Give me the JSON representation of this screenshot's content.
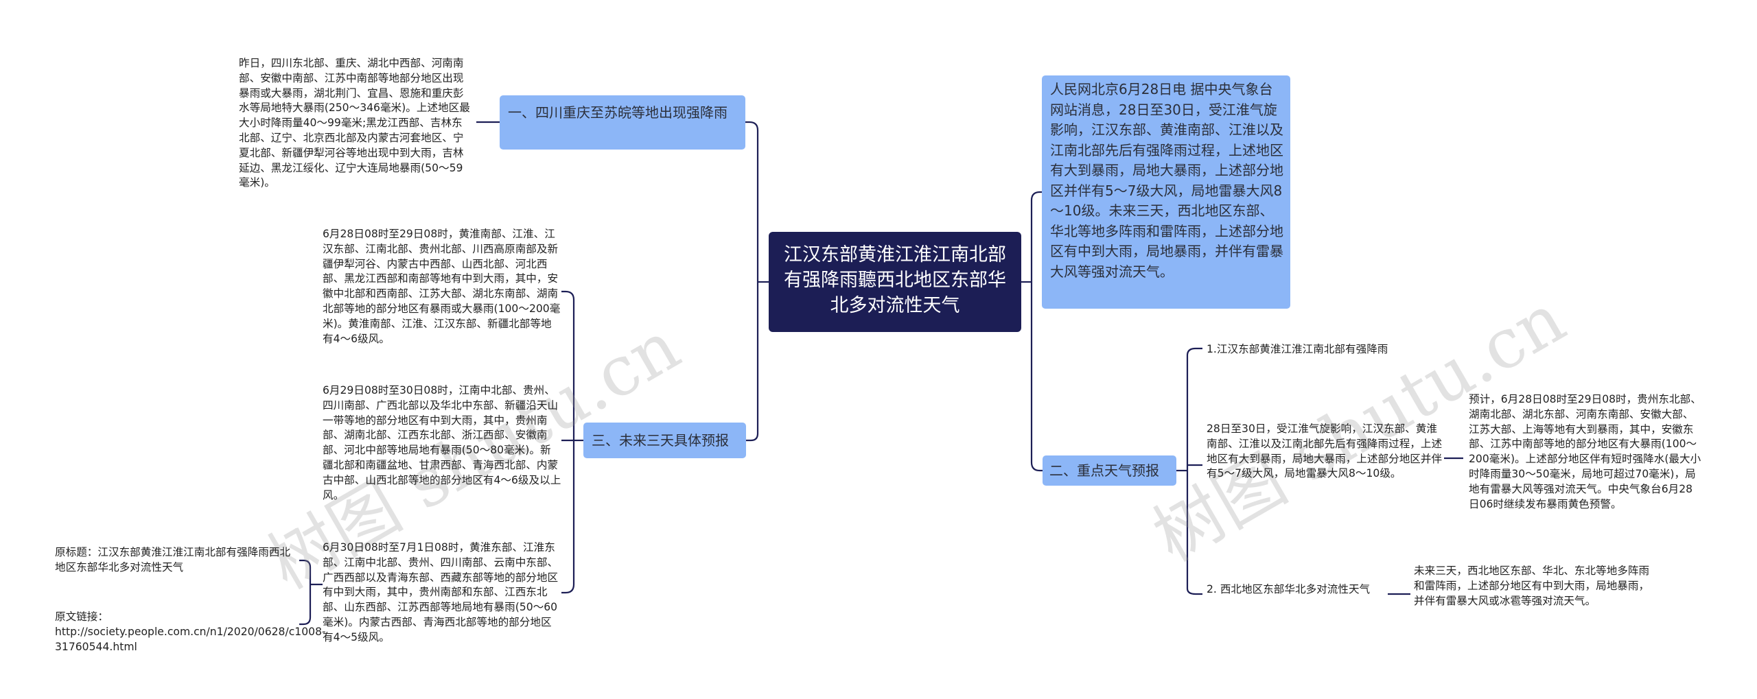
{
  "watermark": "树图 shutu.cn",
  "root": {
    "text": "江汉东部黄淮江淮江南北部有强降雨聽西北地区东部华北多对流性天气"
  },
  "left": {
    "branch1": {
      "label": "一、四川重庆至苏皖等地出现强降雨",
      "detail": "昨日，四川东北部、重庆、湖北中西部、河南南部、安徽中南部、江苏中南部等地部分地区出现暴雨或大暴雨，湖北荆门、宜昌、恩施和重庆彭水等局地特大暴雨(250～346毫米)。上述地区最大小时降雨量40～99毫米;黑龙江西部、吉林东北部、辽宁、北京西北部及内蒙古河套地区、宁夏北部、新疆伊犁河谷等地出现中到大雨，吉林延边、黑龙江绥化、辽宁大连局地暴雨(50～59毫米)。"
    },
    "branch3": {
      "label": "三、未来三天具体预报",
      "items": [
        "6月28日08时至29日08时，黄淮南部、江淮、江汉东部、江南北部、贵州北部、川西高原南部及新疆伊犁河谷、内蒙古中西部、山西北部、河北西部、黑龙江西部和南部等地有中到大雨，其中，安徽中北部和西南部、江苏大部、湖北东南部、湖南北部等地的部分地区有暴雨或大暴雨(100～200毫米)。黄淮南部、江淮、江汉东部、新疆北部等地有4～6级风。",
        "6月29日08时至30日08时，江南中北部、贵州、四川南部、广西北部以及华北中东部、新疆沿天山一带等地的部分地区有中到大雨，其中，贵州南部、湖南北部、江西东北部、浙江西部、安徽南部、河北中部等地局地有暴雨(50～80毫米)。新疆北部和南疆盆地、甘肃西部、青海西北部、内蒙古中部、山西北部等地的部分地区有4～6级及以上风。",
        "6月30日08时至7月1日08时，黄淮东部、江淮东部、江南中北部、贵州、四川南部、云南中东部、广西西部以及青海东部、西藏东部等地的部分地区有中到大雨，其中，贵州南部和东部、江西东北部、山东西部、江苏西部等地局地有暴雨(50～60毫米)。内蒙古西部、青海西北部等地的部分地区有4～5级风。"
      ]
    },
    "source": {
      "title_line": "原标题：江汉东部黄淮江淮江南北部有强降雨西北地区东部华北多对流性天气",
      "link_line": "原文链接：http://society.people.com.cn/n1/2020/0628/c1008-31760544.html"
    }
  },
  "right": {
    "intro": "人民网北京6月28日电 据中央气象台网站消息，28日至30日，受江淮气旋影响，江汉东部、黄淮南部、江淮以及江南北部先后有强降雨过程，上述地区有大到暴雨，局地大暴雨，上述部分地区并伴有5～7级大风，局地雷暴大风8～10级。未来三天，西北地区东部、华北等地多阵雨和雷阵雨，上述部分地区有中到大雨，局地暴雨，并伴有雷暴大风等强对流天气。",
    "branch2": {
      "label": "二、重点天气预报",
      "sub1": {
        "title": "1.江汉东部黄淮江淮江南北部有强降雨",
        "summary": "28日至30日，受江淮气旋影响，江汉东部、黄淮南部、江淮以及江南北部先后有强降雨过程，上述地区有大到暴雨，局地大暴雨，上述部分地区并伴有5～7级大风，局地雷暴大风8～10级。",
        "detail": "预计，6月28日08时至29日08时，贵州东北部、湖南北部、湖北东部、河南东南部、安徽大部、江苏大部、上海等地有大到暴雨，其中，安徽东部、江苏中南部等地的部分地区有大暴雨(100～200毫米)。上述部分地区伴有短时强降水(最大小时降雨量30～50毫米，局地可超过70毫米)，局地有雷暴大风等强对流天气。中央气象台6月28日06时继续发布暴雨黄色预警。"
      },
      "sub2": {
        "title": "2. 西北地区东部华北多对流性天气",
        "detail": "未来三天，西北地区东部、华北、东北等地多阵雨和雷阵雨，上述部分地区有中到大雨，局地暴雨，并伴有雷暴大风或冰雹等强对流天气。"
      }
    }
  },
  "colors": {
    "root_bg": "#1c1e55",
    "node_bg": "#8cb6f7",
    "line": "#1c1e55"
  }
}
